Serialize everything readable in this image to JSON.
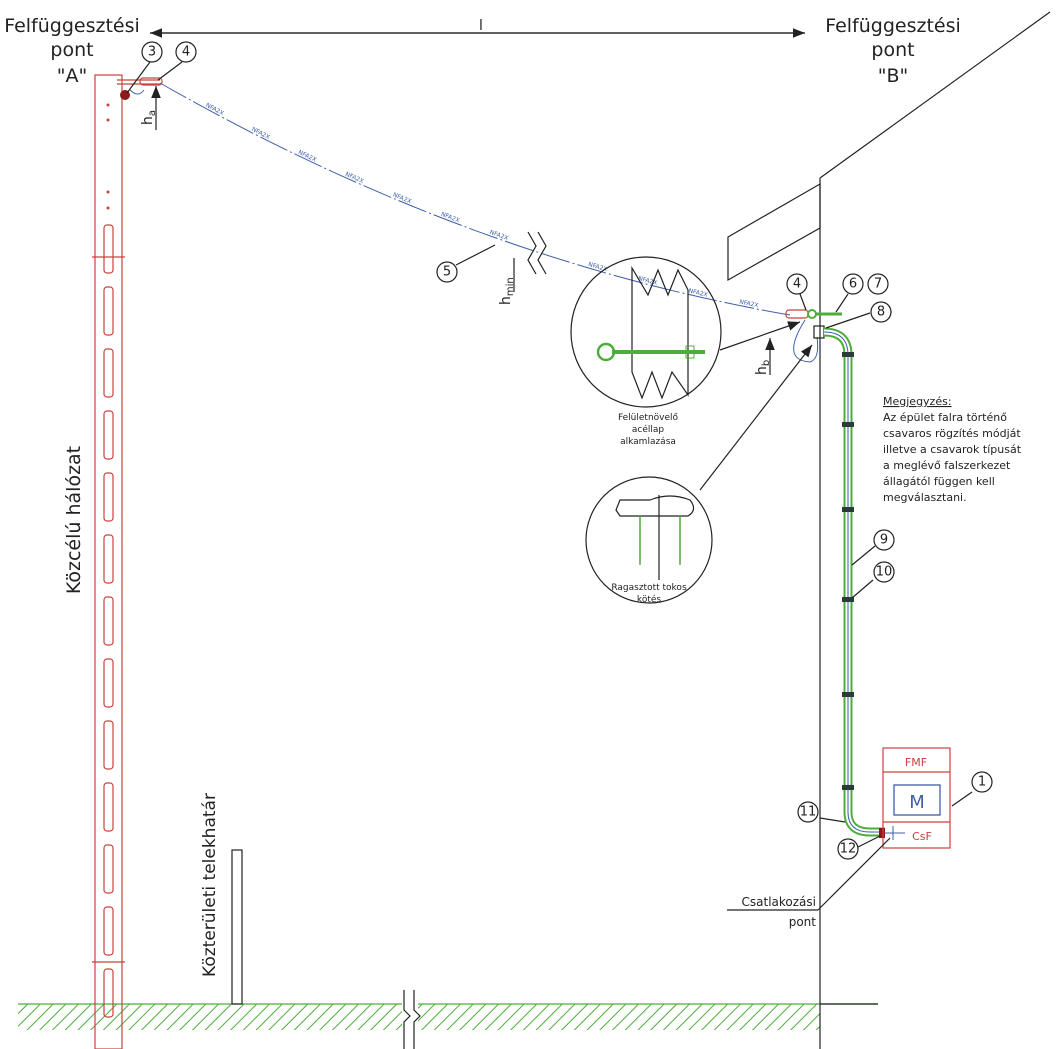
{
  "title_left": {
    "line1": "Felfüggesztési",
    "line2": "pont",
    "line3": "\"A\""
  },
  "title_right": {
    "line1": "Felfüggesztési",
    "line2": "pont",
    "line3": "\"B\""
  },
  "span_label": "l",
  "cable_label": "NFA2X",
  "heights": {
    "ha": "h",
    "ha_sub": "a",
    "hmin": "h",
    "hmin_sub": "min",
    "hb": "h",
    "hb_sub": "b"
  },
  "pole_label": "Közcélú hálózat",
  "boundary_label": "Közterületi telekhatár",
  "detail1": {
    "line1": "Felületnövelő",
    "line2": "acéllap",
    "line3": "alkamlazása"
  },
  "detail2": {
    "line1": "Ragasztott tokos",
    "line2": "kötés"
  },
  "note": {
    "title": "Megjegyzés:",
    "lines": [
      "Az épület falra történő",
      "csavaros rögzítés módját",
      "illetve a csavarok típusát",
      "a meglévő falszerkezet",
      "állagától függen kell",
      "megválasztani."
    ]
  },
  "meter_box": {
    "top": "FMF",
    "meter": "M",
    "bottom": "CsF"
  },
  "connection_point": {
    "line1": "Csatlakozási",
    "line2": "pont"
  },
  "markers": [
    "1",
    "3",
    "4",
    "4",
    "5",
    "6",
    "7",
    "8",
    "9",
    "10",
    "11",
    "12"
  ],
  "colors": {
    "pole": "#c8423c",
    "cable": "#3f5fa8",
    "pipe": "#4cae3a",
    "ground": "#4cae3a"
  }
}
